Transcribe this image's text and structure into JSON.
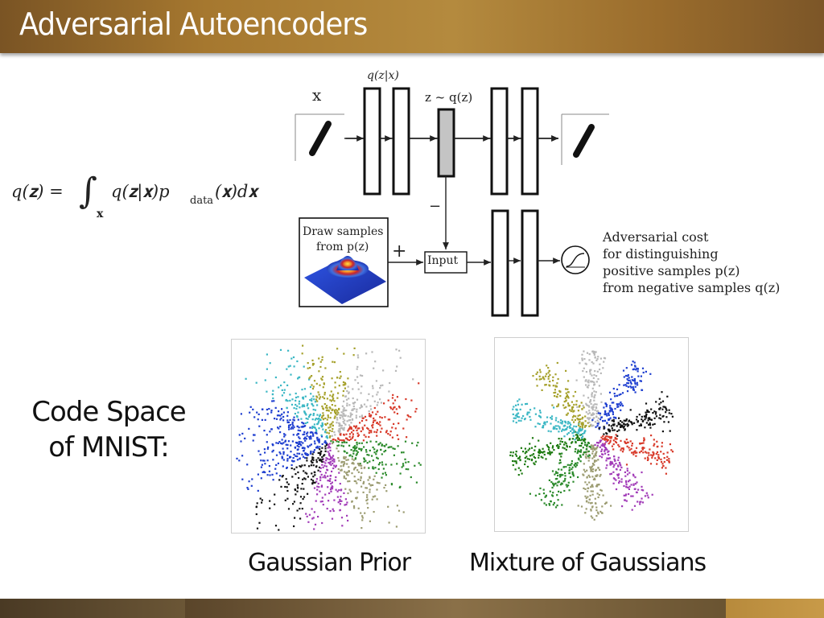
{
  "slide": {
    "title": "Adversarial Autoencoders"
  },
  "formula": {
    "text": "q(z) = ∫ₓ q(z|x) p_data(x) dx",
    "lhs": "q(𝐳) =",
    "integral": "∫",
    "subscript": "𝐱",
    "rhs_start": "q(𝐳|𝐱)p",
    "pdata_sub": "data",
    "rhs_end": "(𝐱)d𝐱"
  },
  "diagram": {
    "label_x": "x",
    "label_qzx": "q(z|x)",
    "label_z_sim": "z ~ q(z)",
    "minus_sign": "−",
    "plus_sign": "+",
    "draw_samples_line1": "Draw samples",
    "draw_samples_line2": "from p(z)",
    "input_label": "Input",
    "adversarial_text": [
      "Adversarial cost",
      "for distinguishing",
      "positive samples p(z)",
      "from negative samples q(z)"
    ]
  },
  "captions": {
    "code_space_line1": "Code Space",
    "code_space_line2": "of MNIST:",
    "gaussian_prior": "Gaussian Prior",
    "mixture": "Mixture of Gaussians"
  },
  "colors": {
    "cluster_colors": [
      "#1f3fd0",
      "#d83a2a",
      "#1d7a10",
      "#a23cb8",
      "#111111",
      "#b8b8b8",
      "#3bb7c4",
      "#a6a12c",
      "#9c9c72",
      "#2b8a2b"
    ]
  }
}
